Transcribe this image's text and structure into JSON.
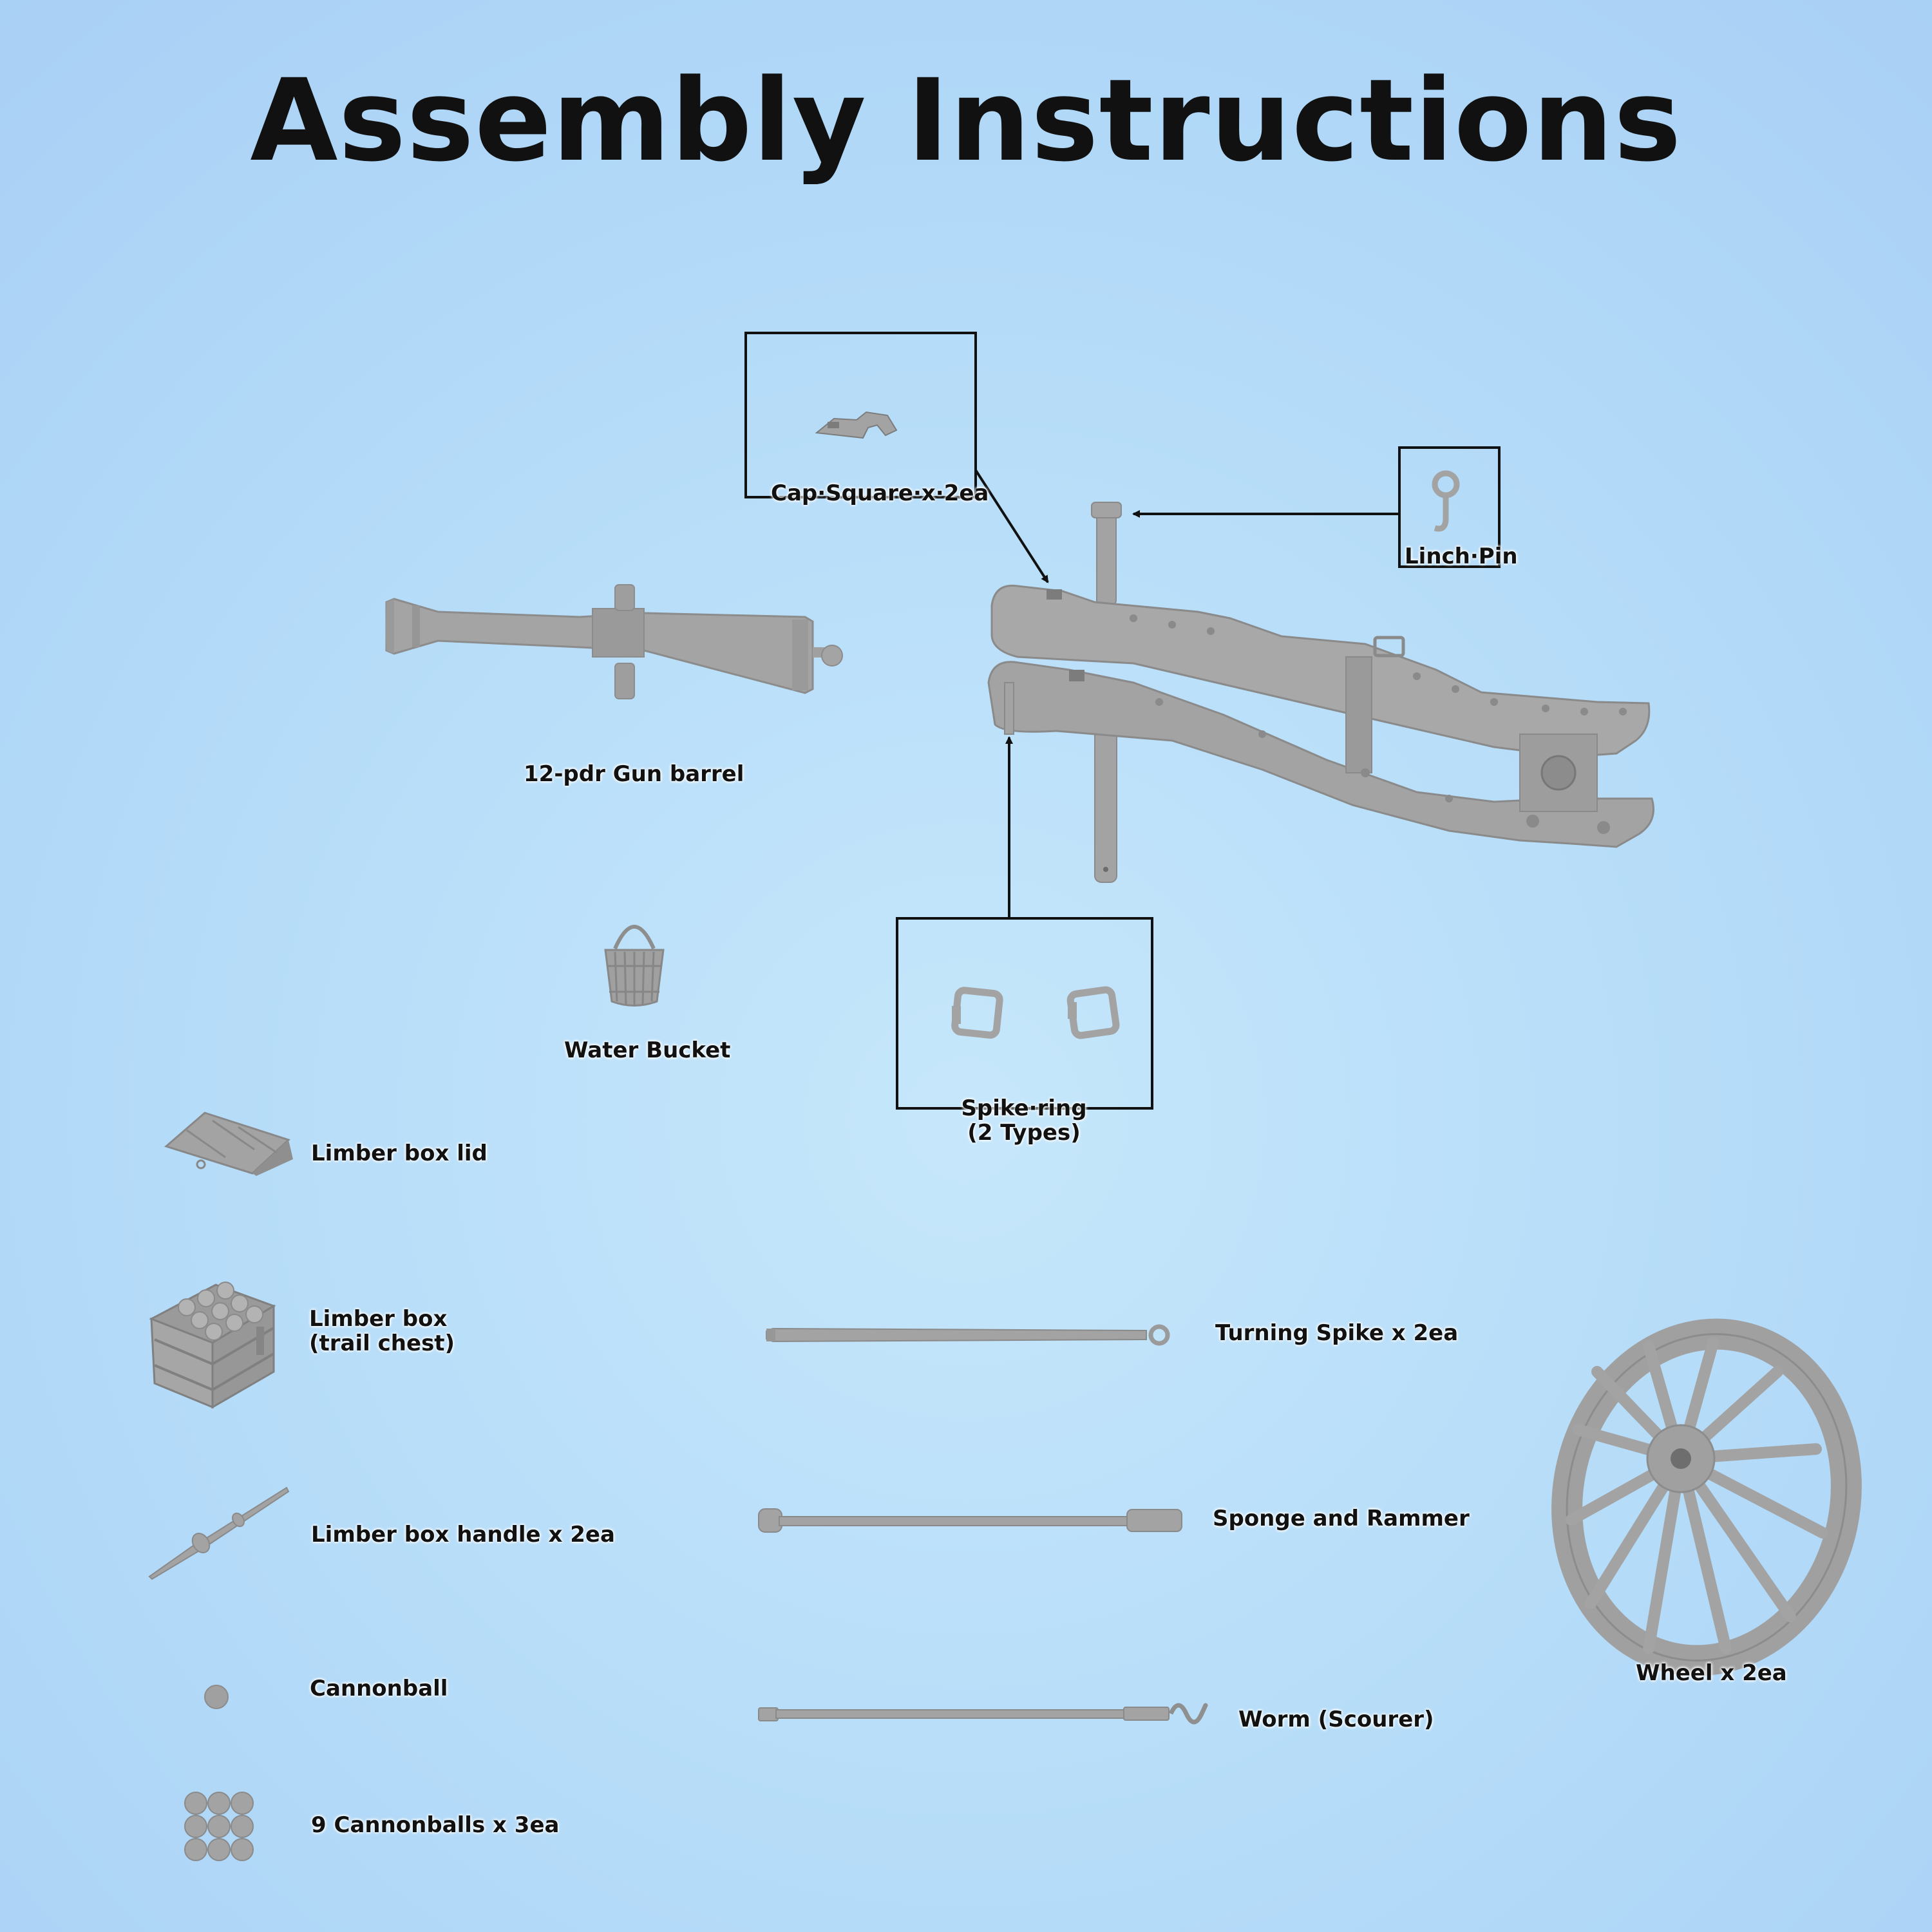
{
  "title": "Assembly Instructions",
  "colors": {
    "background": "#b4dbf8",
    "part_fill": "#a3a3a3",
    "part_dark": "#7c7c7c",
    "line": "#111111"
  },
  "parts": {
    "cap_square": "Cap·Square·x·2ea",
    "linch_pin": "Linch·Pin",
    "gun_barrel": "12-pdr Gun barrel",
    "water_bucket": "Water Bucket",
    "spike_ring": {
      "line1": "Spike·ring",
      "line2": "(2 Types)"
    },
    "limber_box_lid": "Limber box lid",
    "limber_box": {
      "line1": "Limber box",
      "line2": "(trail chest)"
    },
    "limber_box_handle": "Limber box handle x 2ea",
    "cannonball": "Cannonball",
    "cannonballs_9": "9 Cannonballs x 3ea",
    "turning_spike": "Turning Spike x 2ea",
    "sponge_rammer": "Sponge and Rammer",
    "worm": "Worm (Scourer)",
    "wheel": "Wheel x 2ea"
  }
}
